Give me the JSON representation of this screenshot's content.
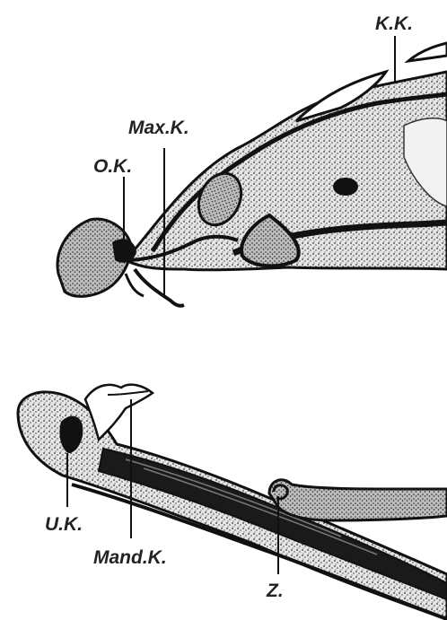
{
  "labels": {
    "kk": "K.K.",
    "maxk": "Max.K.",
    "ok": "O.K.",
    "uk": "U.K.",
    "mandk": "Mand.K.",
    "z": "Z."
  },
  "colors": {
    "ink": "#111111",
    "tissue": "#c9c9c9",
    "background": "#ffffff"
  }
}
